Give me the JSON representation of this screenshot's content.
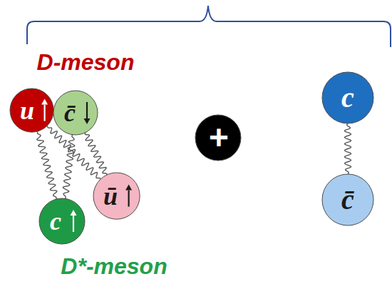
{
  "diagram": {
    "nodes": [
      {
        "text": [
          "u"
        ]
      },
      {
        "text": [
          "c̄"
        ]
      },
      {
        "text": [
          "c"
        ]
      },
      {
        "text": [
          "ū"
        ]
      },
      {
        "text": [
          "+"
        ]
      },
      {
        "text": [
          "c"
        ]
      },
      {
        "text": [
          "c̄"
        ]
      }
    ],
    "edges": [
      {
        "from": 0,
        "to": 2,
        "arrow": "none"
      },
      {
        "from": 1,
        "to": 2,
        "arrow": "none"
      },
      {
        "from": 1,
        "to": 3,
        "arrow": "none"
      },
      {
        "from": 0,
        "to": 3,
        "arrow": "none"
      },
      {
        "from": 5,
        "to": 6,
        "arrow": "none"
      }
    ],
    "labels": [
      "D-meson",
      "D*-meson"
    ]
  }
}
